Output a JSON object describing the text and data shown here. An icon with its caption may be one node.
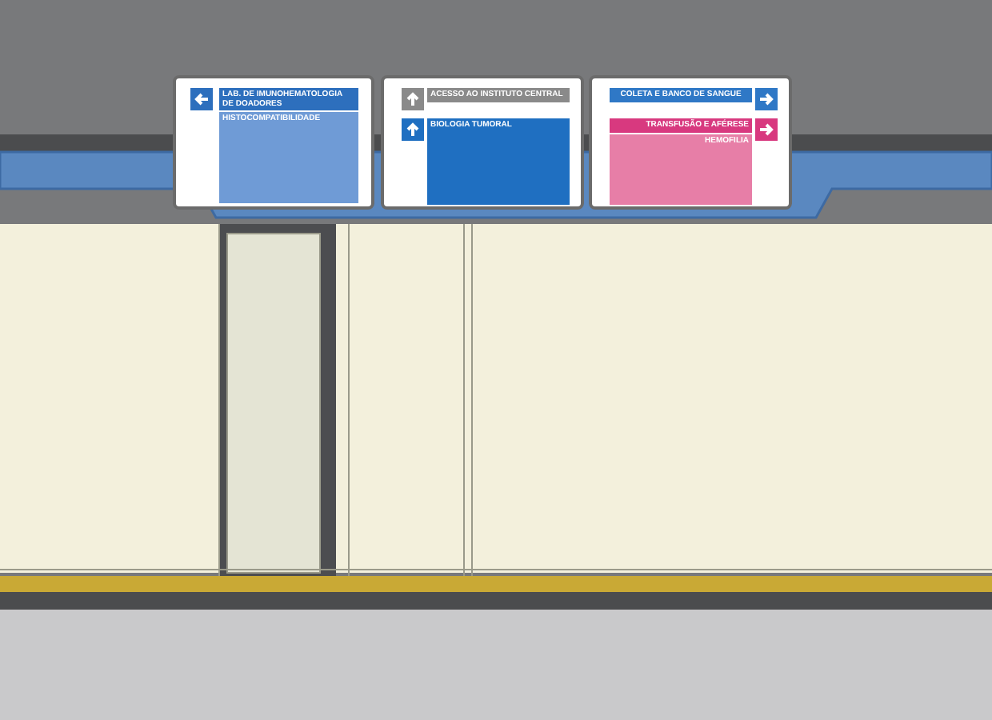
{
  "diagram": {
    "nodes": [
      {
        "text": [],
        "shape": "box"
      },
      {
        "text": [
          "LAB. DE IMUNOHEMATOLOGIA DE DOADORES"
        ],
        "in": 0
      },
      {
        "text": [
          "HISTOCOMPATIBILIDADE"
        ],
        "in": 0
      },
      {
        "text": [],
        "shape": "box"
      },
      {
        "text": [
          "ACESSO AO INSTITUTO CENTRAL"
        ],
        "in": 3
      },
      {
        "text": [
          "BIOLOGIA TUMORAL"
        ],
        "in": 3
      },
      {
        "text": [],
        "shape": "box"
      },
      {
        "text": [
          "COLETA E BANCO DE SANGUE"
        ],
        "in": 6
      },
      {
        "text": [
          "TRANSFUSÃO E AFÉRESE"
        ],
        "in": 6
      },
      {
        "text": [
          "HEMOFILIA"
        ],
        "in": 6
      }
    ]
  }
}
